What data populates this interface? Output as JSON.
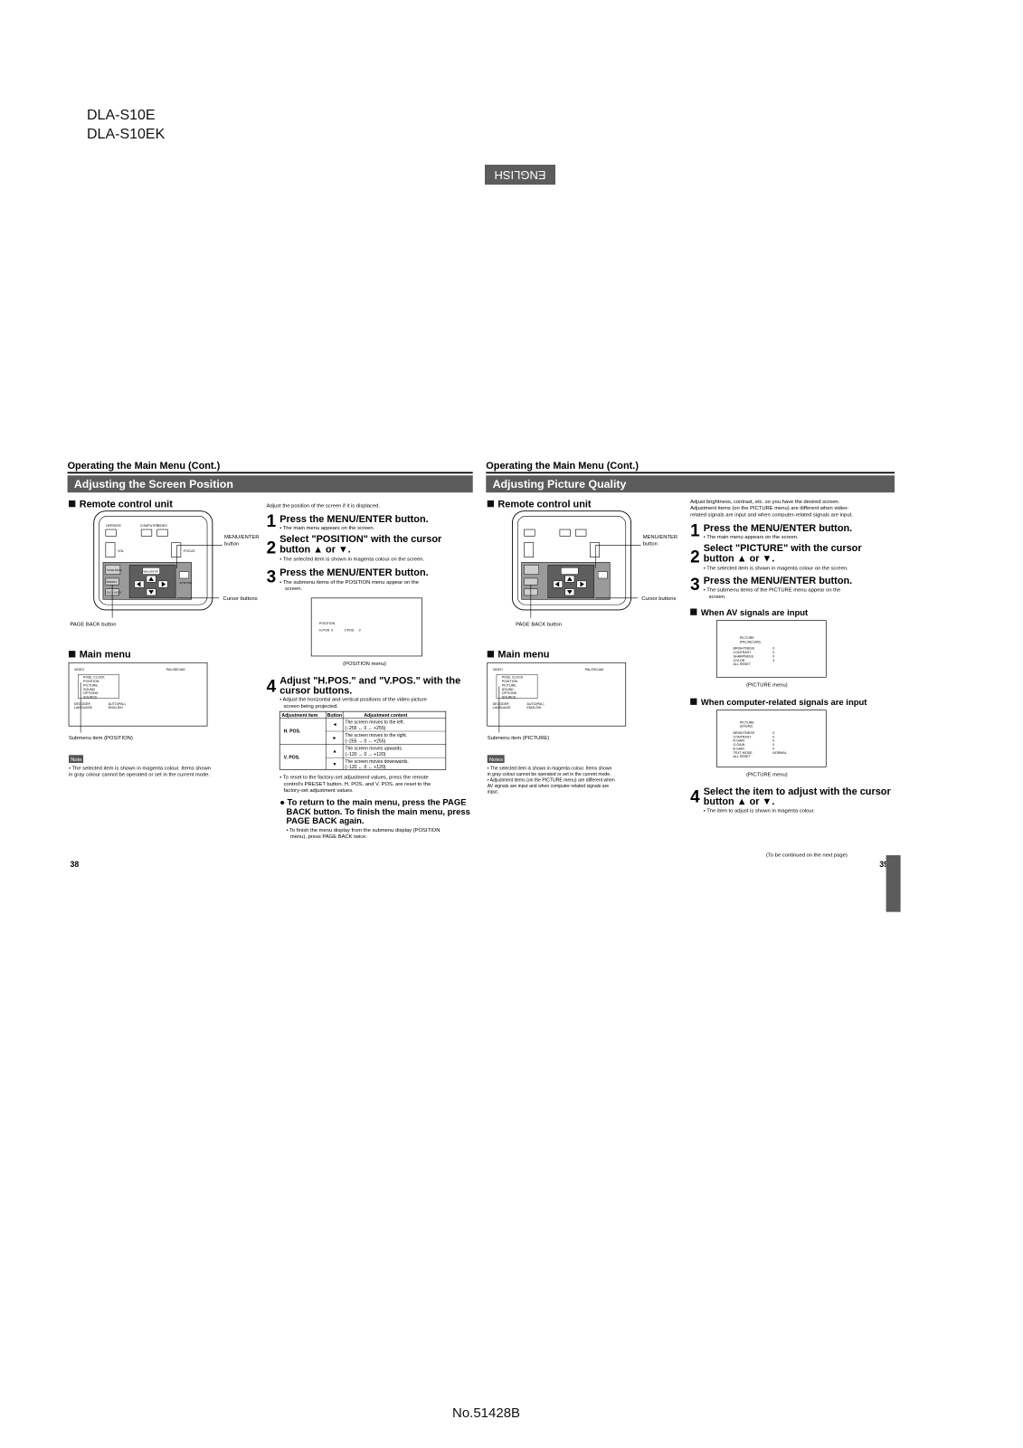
{
  "header": {
    "model1": "DLA-S10E",
    "model2": "DLA-S10EK"
  },
  "tab": "ENGLISH",
  "footer": "No.51428B",
  "page_numbers": {
    "left": "38",
    "right": "39"
  },
  "continued": "(To be continued on the next page)",
  "left_page": {
    "running_head": "Operating the Main Menu (Cont.)",
    "banner": "Adjusting the Screen Position",
    "remote_heading": "Remote control unit",
    "menu_enter_label1": "MENU/ENTER",
    "menu_enter_label2": "button",
    "cursor_label": "Cursor buttons",
    "page_back_label": "PAGE BACK button",
    "intro": "Adjust the position of the screen if it is displaced.",
    "step1_title": "Press the MENU/ENTER button.",
    "step1_note": "• The main menu appears on the screen.",
    "step2_title1": "Select \"POSITION\" with the cursor",
    "step2_title2": "button ▲ or ▼.",
    "step2_note": "• The selected item is shown in magenta colour on the screen.",
    "step3_title": "Press the MENU/ENTER button.",
    "step3_note1": "• The submenu items of the POSITION menu appear on the",
    "step3_note2": "screen.",
    "position_menu_title": "POSITION",
    "position_menu_hpos": "H.POS",
    "position_menu_vpos": "V.POS",
    "position_menu_val": "0",
    "position_menu_caption": "(POSITION menu)",
    "mainmenu_heading": "Main menu",
    "submenu_caption": "Submenu item (POSITION)",
    "step4_title1": "Adjust \"H.POS.\" and \"V.POS.\" with the",
    "step4_title2": "cursor buttons.",
    "step4_note1": "• Adjust the horizontal and vertical positions of the video picture",
    "step4_note2": "screen being projected.",
    "table": {
      "headers": [
        "Adjustment item",
        "Button",
        "Adjustment content"
      ],
      "rows": [
        {
          "item": "H. POS.",
          "button": "◄",
          "content1": "The screen moves to the left.",
          "content2": "(−255 ← 0 ← +255)"
        },
        {
          "item": "",
          "button": "►",
          "content1": "The screen moves to the right.",
          "content2": "(−255 → 0 → +255)"
        },
        {
          "item": "V. POS.",
          "button": "▲",
          "content1": "The screen moves upwards.",
          "content2": "(−120 → 0 → +120)"
        },
        {
          "item": "",
          "button": "▼",
          "content1": "The screen moves downwards.",
          "content2": "(−120 ← 0 ← +120)"
        }
      ]
    },
    "reset_note1": "• To reset to the factory-set adjustment values, press the remote",
    "reset_note2": "control's PRESET button. H. POS. and V. POS. are reset to the",
    "reset_note3": "factory-set adjustment values.",
    "return_title1": "● To return to the main menu, press the PAGE",
    "return_title2": "BACK button. To finish the main menu, press",
    "return_title3": "PAGE BACK again.",
    "return_note1": "• To finish the menu display from the submenu display (POSITION",
    "return_note2": "menu), press PAGE BACK twice.",
    "note_label": "Note",
    "note_text1": "• The selected item is shown in magenta colour. Items shown",
    "note_text2": "in gray colour cannot be operated or set in the current mode."
  },
  "main_menu": {
    "video": "VIDEO",
    "palsecam": "PAL/SECAM",
    "items": [
      "PIXEL CLOCK",
      "POSITION",
      "PICTURE",
      "SOUND",
      "OPTIONS",
      "SOURCE"
    ],
    "decoder": "DECODER",
    "decoder_val": "AUTO(PAL)",
    "language": "LANGUAGE",
    "language_val": "ENGLISH"
  },
  "remote": {
    "operate": "OPERATE",
    "computer": "COMPUTER",
    "video": "VIDEO",
    "vol": "VOL",
    "focus": "FOCUS",
    "menu_enter": "MENU/ENTER",
    "page_back": "PAGE BACK",
    "preset": "PRESET",
    "quick_align": "QUICK ALIGN",
    "av_muting": "AV MUTING"
  },
  "right_page": {
    "running_head": "Operating the Main Menu (Cont.)",
    "banner": "Adjusting Picture Quality",
    "remote_heading": "Remote control unit",
    "menu_enter_label1": "MENU/ENTER",
    "menu_enter_label2": "button",
    "cursor_label": "Cursor buttons",
    "page_back_label": "PAGE BACK button",
    "intro1": "Adjust brightness, contrast, etc. so you have the desired screen.",
    "intro2": "Adjustment items (on the PICTURE menu) are different when video-",
    "intro3": "related signals are input and when computer-related signals are input.",
    "step1_title": "Press the MENU/ENTER button.",
    "step1_note": "• The main menu appears on the screen.",
    "step2_title1": "Select \"PICTURE\" with the cursor",
    "step2_title2": "button ▲ or ▼.",
    "step2_note": "• The selected item is shown in magenta colour on the screen.",
    "step3_title": "Press the MENU/ENTER button.",
    "step3_note1": "• The submenu items of the PICTURE menu appear on the",
    "step3_note2": "screen.",
    "av_heading": "When AV signals are input",
    "av_menu": {
      "title": "PICTURE",
      "sub": "(PAL/SECAM)",
      "items": [
        "BRIGHTNESS",
        "CONTRAST",
        "SHARPNESS",
        "COLOR",
        "ALL RESET"
      ],
      "values": [
        "0",
        "0",
        "0",
        "3",
        ""
      ]
    },
    "av_caption": "(PICTURE menu)",
    "pc_heading": "When computer-related signals are input",
    "pc_menu": {
      "title": "PICTURE",
      "sub": "(SXGA2)",
      "items": [
        "BRIGHTNESS",
        "CONTRAST",
        "R.GAIN",
        "G.GAIN",
        "B.GAIN",
        "TEXT MODE",
        "ALL RESET"
      ],
      "values": [
        "0",
        "0",
        "0",
        "0",
        "0",
        "NORMAL",
        ""
      ]
    },
    "pc_caption": "(PICTURE menu)",
    "mainmenu_heading": "Main menu",
    "submenu_caption": "Submenu item (PICTURE)",
    "step4_title1": "Select the item to adjust with the cursor",
    "step4_title2": "button ▲ or ▼.",
    "step4_note": "• The item to adjust is shown in magenta colour.",
    "notes_label": "Notes",
    "notes1": "• The selected item is shown in magenta colour. Items shown",
    "notes2": "in gray colour cannot be operated or set in the current mode.",
    "notes3": "• Adjustment items (on the PICTURE menu) are different when",
    "notes4": "AV signals are input and when computer-related signals are",
    "notes5": "input."
  }
}
